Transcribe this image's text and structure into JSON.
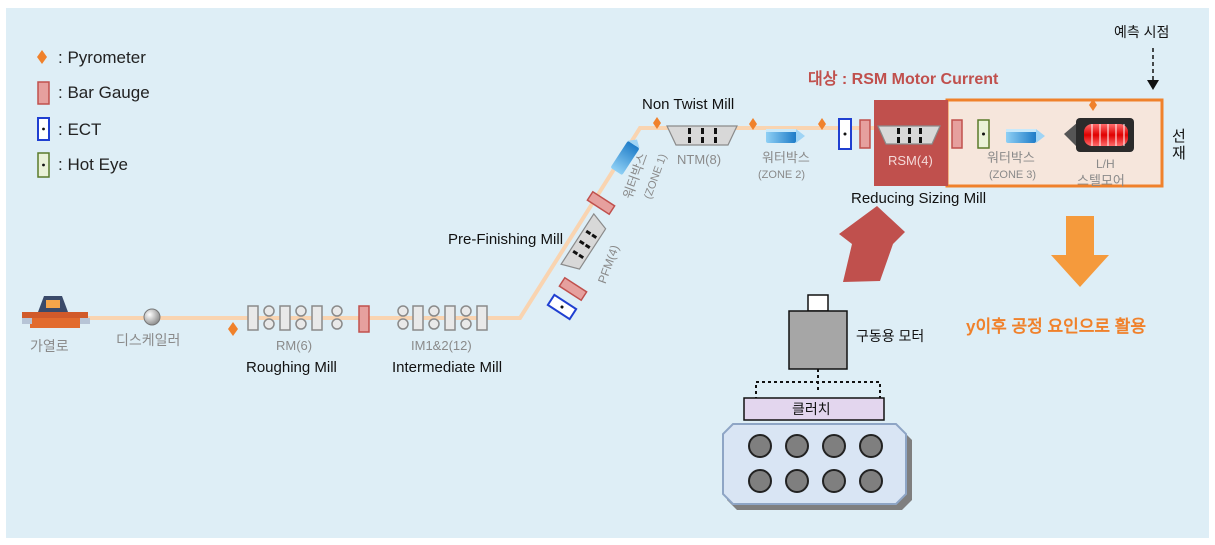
{
  "legend": {
    "pyrometer": ": Pyrometer",
    "bar_gauge": ": Bar Gauge",
    "ect": ": ECT",
    "hot_eye": ": Hot Eye"
  },
  "equipment": {
    "furnace": "가열로",
    "descaler": "디스케일러",
    "rm_code": "RM(6)",
    "rm_name": "Roughing Mill",
    "im_code": "IM1&2(12)",
    "im_name": "Intermediate Mill",
    "pfm_name": "Pre-Finishing Mill",
    "pfm_code": "PFM(4)",
    "water_box_1": "워터박스",
    "water_box_1_zone": "(ZONE 1)",
    "ntm_name": "Non Twist Mill",
    "ntm_code": "NTM(8)",
    "water_box_2": "워터박스",
    "water_box_2_zone": "(ZONE 2)",
    "rsm_code": "RSM(4)",
    "rsm_name": "Reducing Sizing Mill",
    "water_box_3": "워터박스",
    "water_box_3_zone": "(ZONE 3)",
    "lh_code": "L/H",
    "lh_name": "스텔모어",
    "wire_rod": "선재"
  },
  "annotations": {
    "target": "대상 : RSM Motor Current",
    "prediction_point": "예측 시점",
    "usage": "y이후 공정 요인으로 활용",
    "drive_motor": "구동용 모터",
    "clutch": "클러치"
  },
  "colors": {
    "background": "#deeef6",
    "line": "#f9d4b1",
    "orange": "#f0812b",
    "red": "#c0504d",
    "bar_gauge": "#d99694",
    "ect": "#1f3fd1",
    "hot_eye": "#9bbb59",
    "water_box": "#2e8fd6"
  }
}
